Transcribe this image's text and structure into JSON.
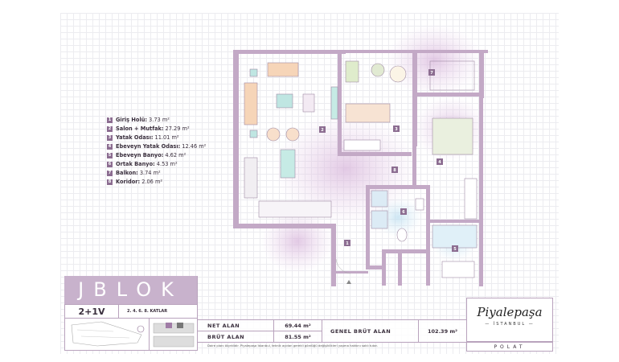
{
  "rooms": [
    {
      "num": "1",
      "name": "Giriş Holü:",
      "area": "3.73 m²"
    },
    {
      "num": "2",
      "name": "Salon + Mutfak:",
      "area": "27.29 m²"
    },
    {
      "num": "3",
      "name": "Yatak Odası:",
      "area": "11.01 m²"
    },
    {
      "num": "4",
      "name": "Ebeveyn Yatak Odası:",
      "area": "12.46 m²"
    },
    {
      "num": "5",
      "name": "Ebeveyn Banyo:",
      "area": "4.62 m²"
    },
    {
      "num": "6",
      "name": "Ortak Banyo:",
      "area": "4.53 m²"
    },
    {
      "num": "7",
      "name": "Balkon:",
      "area": "3.74 m²"
    },
    {
      "num": "8",
      "name": "Koridor:",
      "area": "2.06 m²"
    }
  ],
  "block": {
    "title": "JBLOK",
    "type": "2+1V",
    "floors": "2. 4. 6. 8. KATLAR"
  },
  "areas": {
    "net_label": "NET ALAN",
    "net_value": "69.44 m²",
    "brut_label": "BRÜT ALAN",
    "brut_value": "81.55 m²",
    "genel_label": "GENEL BRÜT ALAN",
    "genel_value": "102.39 m²"
  },
  "footnote": "Daire planı ölçeklidir. Piyalepaşa İstanbul, teknik açıdan gerekli gördüğü değişiklikleri yapma hakkını saklı tutar.",
  "brand": {
    "name": "Piyalepaşa",
    "city": "İSTANBUL",
    "developer": "POLAT"
  },
  "colors": {
    "accent": "#c8b2cc",
    "wall": "#b99bba",
    "marker": "#8c6d91"
  }
}
